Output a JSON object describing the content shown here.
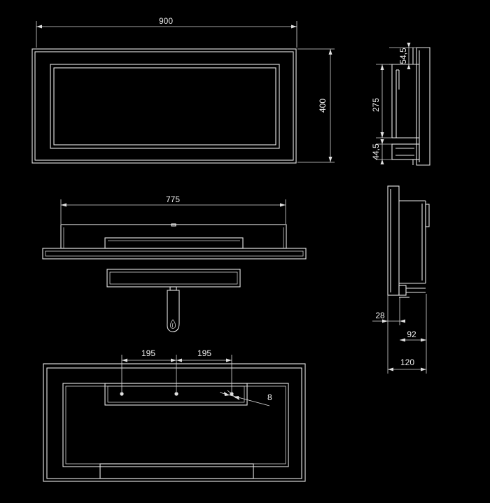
{
  "diagram": {
    "colors": {
      "background": "#000000",
      "line": "#e8e8e8"
    },
    "dimensions": {
      "overall_width": "900",
      "overall_height": "400",
      "top_offset": "54,5",
      "inner_height": "275",
      "bottom_offset": "44,5",
      "burner_width": "775",
      "bracket_left": "195",
      "bracket_right": "195",
      "screw_diameter": "8",
      "wall_gap": "28",
      "depth_body": "92",
      "depth_total": "120"
    }
  }
}
